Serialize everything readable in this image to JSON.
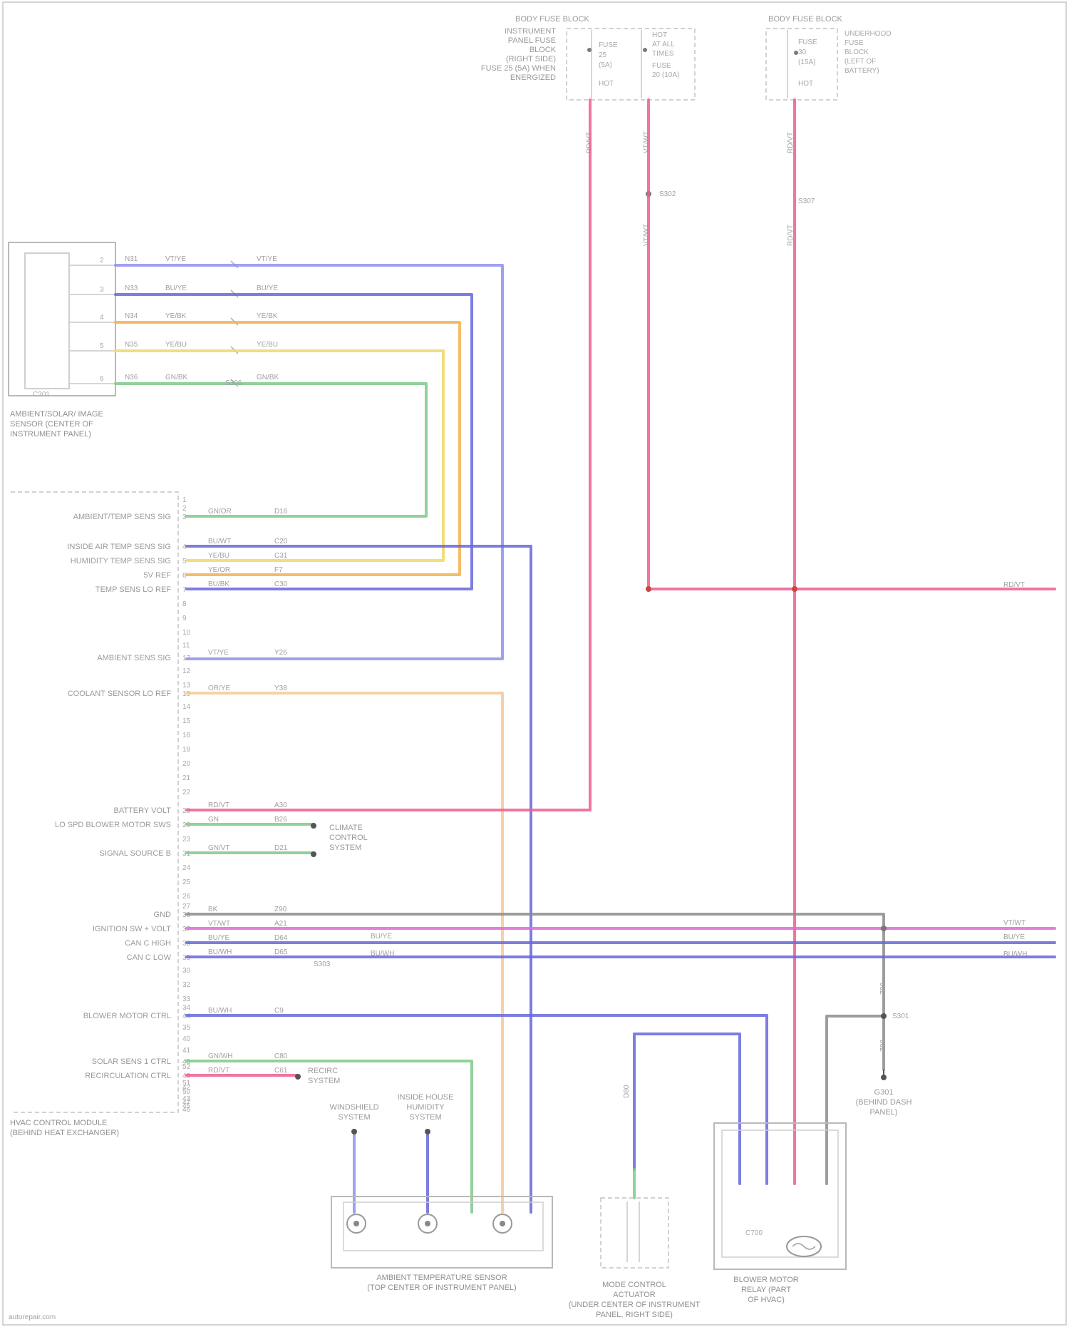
{
  "colors": {
    "pink": "#ee5d8e",
    "blue": "#6666dd",
    "violet": "#8f8ff0",
    "orange": "#f5b04a",
    "peach": "#f6c89a",
    "yellow": "#eed86a",
    "green": "#7ec98a",
    "gray": "#8c8c8c",
    "magenta": "#e06ad0",
    "frame": "#b9b9b9"
  },
  "icons": {
    "splice": "filled-dot",
    "ground": "ground-symbol",
    "motor": "motor-circle",
    "sensor": "sensor-circle"
  },
  "fuse_boxes": [
    {
      "title": "BODY FUSE BLOCK",
      "side_lines": [
        "INSTRUMENT",
        "PANEL FUSE",
        "BLOCK",
        "(RIGHT SIDE)",
        "FUSE 25 (5A) WHEN",
        "ENERGIZED"
      ],
      "inner_lines": [
        "FUSE",
        "25",
        "(5A)",
        "HOT"
      ],
      "right_lines": [
        "HOT",
        "AT ALL",
        "TIMES",
        "FUSE",
        "20 (10A)"
      ]
    },
    {
      "title": "BODY FUSE BLOCK",
      "inner_lines": [
        "FUSE",
        "30",
        "(15A)",
        "HOT"
      ],
      "right_lines": [
        "UNDERHOOD",
        "FUSE",
        "BLOCK",
        "(LEFT OF",
        "BATTERY)"
      ]
    }
  ],
  "splice_labels": [
    "S302",
    "S307"
  ],
  "sensor_block": {
    "caption": [
      "AMBIENT/SOLAR/ IMAGE",
      "SENSOR (CENTER OF",
      "INSTRUMENT PANEL)"
    ],
    "id": "C301"
  },
  "sensor_wires": [
    {
      "cavity": "2",
      "circuit": "N31",
      "color_a": "VT/YE",
      "color_b": "VT/YE"
    },
    {
      "cavity": "3",
      "circuit": "N33",
      "color_a": "BU/YE",
      "color_b": "BU/YE"
    },
    {
      "cavity": "4",
      "circuit": "N34",
      "color_a": "YE/BK",
      "color_b": "YE/BK"
    },
    {
      "cavity": "5",
      "circuit": "N35",
      "color_a": "YE/BU",
      "color_b": "YE/BU"
    },
    {
      "cavity": "6",
      "circuit": "N36",
      "color_a": "GN/BK",
      "color_b": "GN/BK"
    }
  ],
  "module": {
    "caption": [
      "HVAC CONTROL MODULE",
      "(BEHIND HEAT EXCHANGER)"
    ],
    "rows": [
      {
        "label": "AMBIENT/TEMP SENS SIG",
        "pin": "3",
        "color": "GN/OR",
        "circuit": "D16"
      },
      {
        "label": "INSIDE AIR TEMP SENS SIG",
        "pin": "4",
        "color": "BU/WT",
        "circuit": "C20"
      },
      {
        "label": "HUMIDITY TEMP SENS SIG",
        "pin": "5",
        "color": "YE/BU",
        "circuit": "C31"
      },
      {
        "label": "5V REF",
        "pin": "6",
        "color": "YE/OR",
        "circuit": "F7"
      },
      {
        "label": "TEMP SENS LO REF",
        "pin": "7",
        "color": "BU/BK",
        "circuit": "C30"
      },
      {
        "label": "AMBIENT SENS SIG",
        "pin": "17",
        "color": "VT/YE",
        "circuit": "Y26"
      },
      {
        "label": "COOLANT SENSOR LO REF",
        "pin": "19",
        "color": "OR/YE",
        "circuit": "Y38"
      },
      {
        "label": "BATTERY VOLT",
        "pin": "28",
        "color": "RD/VT",
        "circuit": "A30"
      },
      {
        "label": "LO SPD BLOWER MOTOR SWS",
        "pin": "29",
        "color": "GN",
        "circuit": "B26"
      },
      {
        "label": "SIGNAL SOURCE B",
        "pin": "31",
        "color": "GN/VT",
        "circuit": "D21"
      },
      {
        "label": "GND",
        "pin": "36",
        "color": "BK",
        "circuit": "Z90"
      },
      {
        "label": "IGNITION SW + VOLT",
        "pin": "37",
        "color": "VT/WT",
        "circuit": "A21"
      },
      {
        "label": "CAN C HIGH",
        "pin": "38",
        "color": "BU/YE",
        "circuit": "D64"
      },
      {
        "label": "CAN C LOW",
        "pin": "39",
        "color": "BU/WH",
        "circuit": "D65"
      },
      {
        "label": "BLOWER MOTOR CTRL",
        "pin": "44",
        "color": "BU/WH",
        "circuit": "C9"
      },
      {
        "label": "SOLAR SENS 1 CTRL",
        "pin": "48",
        "color": "GN/WH",
        "circuit": "C80"
      },
      {
        "label": "RECIRCULATION CTRL",
        "pin": "49",
        "color": "RD/VT",
        "circuit": "C61"
      }
    ],
    "extra_pins": [
      "1",
      "2",
      "8",
      "9",
      "10",
      "11",
      "12",
      "13",
      "14",
      "15",
      "16",
      "18",
      "20",
      "21",
      "22",
      "23",
      "24",
      "25",
      "26",
      "27",
      "30",
      "32",
      "33",
      "34",
      "35",
      "40",
      "41",
      "42",
      "43",
      "45",
      "46",
      "47",
      "50",
      "51",
      "52"
    ]
  },
  "side_notes": {
    "climate_sensor": [
      "CLIMATE",
      "CONTROL",
      "SYSTEM"
    ],
    "recirculation": [
      "RECIRC",
      "SYSTEM"
    ],
    "right_labels": [
      "RD/VT",
      "VT/WT",
      "BU/YE",
      "BU/WH"
    ],
    "can_mid": [
      "BU/YE",
      "BU/WH"
    ],
    "ground": [
      "G301",
      "(BEHIND DASH",
      "PANEL)"
    ],
    "ground_splice": "S301",
    "gray_circuit": "Z90",
    "left_top_splice": "S306",
    "mid_splice_text": "S303"
  },
  "bottom_components": [
    {
      "id": "ambient-temp-sensor",
      "caption": [
        "AMBIENT TEMPERATURE SENSOR",
        "(TOP CENTER OF INSTRUMENT PANEL)"
      ],
      "top_labels": [
        "WINDSHIELD",
        "SYSTEM"
      ],
      "top_labels_b": [
        "INSIDE HOUSE",
        "HUMIDITY",
        "SYSTEM"
      ]
    },
    {
      "id": "mode-control",
      "caption": [
        "MODE CONTROL",
        "ACTUATOR",
        "(UNDER CENTER OF INSTRUMENT",
        "PANEL, RIGHT SIDE)"
      ],
      "label": "D80"
    },
    {
      "id": "blower-motor",
      "caption": [
        "BLOWER MOTOR",
        "RELAY (PART",
        "OF HVAC)"
      ],
      "inner": "C700"
    }
  ],
  "footer": "autorepair.com"
}
